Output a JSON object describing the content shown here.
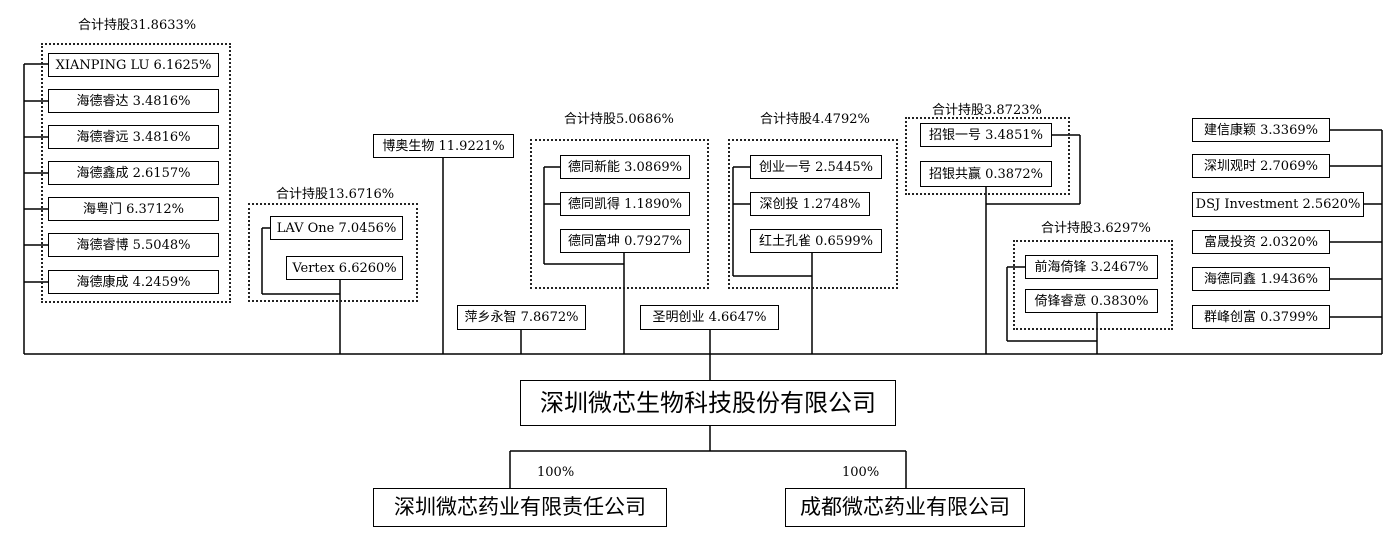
{
  "groups": {
    "g1": "合计持股31.8633%",
    "g2": "合计持股13.6716%",
    "g3": "合计持股5.0686%",
    "g4": "合计持股4.4792%",
    "g5": "合计持股3.8723%",
    "g6": "合计持股3.6297%"
  },
  "shareholders": {
    "xianping_lu": "XIANPING LU 6.1625%",
    "haide_ruida": "海德睿达 3.4816%",
    "haide_ruiyuan": "海德睿远 3.4816%",
    "haide_xincheng": "海德鑫成 2.6157%",
    "haiyuemen": "海粤门 6.3712%",
    "haide_ruibo": "海德睿博 5.5048%",
    "haide_kangcheng": "海德康成 4.2459%",
    "lav_one": "LAV One 7.0456%",
    "vertex": "Vertex 6.6260%",
    "boao": "博奥生物 11.9221%",
    "pingxiang": "萍乡永智 7.8672%",
    "detong_xinneng": "德同新能 3.0869%",
    "detong_kaide": "德同凯得 1.1890%",
    "detong_fukun": "德同富坤 0.7927%",
    "shengming": "圣明创业 4.6647%",
    "chuangye_yihao": "创业一号 2.5445%",
    "shenchuangtou": "深创投 1.2748%",
    "hongtu_kongque": "红土孔雀 0.6599%",
    "zhaoyin_yihao": "招银一号 3.4851%",
    "zhaoyin_gongying": "招银共赢 0.3872%",
    "qianhai_yifeng": "前海倚锋 3.2467%",
    "yifeng_ruiyi": "倚锋睿意 0.3830%",
    "jianxin_kangying": "建信康颖 3.3369%",
    "shenzhen_guanshi": "深圳观时 2.7069%",
    "dsj": "DSJ Investment 2.5620%",
    "fusheng": "富晟投资 2.0320%",
    "haide_tongxin": "海德同鑫 1.9436%",
    "qunfeng": "群峰创富 0.3799%"
  },
  "company": "深圳微芯生物科技股份有限公司",
  "subsidiaries": [
    {
      "name": "深圳微芯药业有限责任公司",
      "pct": "100%"
    },
    {
      "name": "成都微芯药业有限公司",
      "pct": "100%"
    }
  ]
}
